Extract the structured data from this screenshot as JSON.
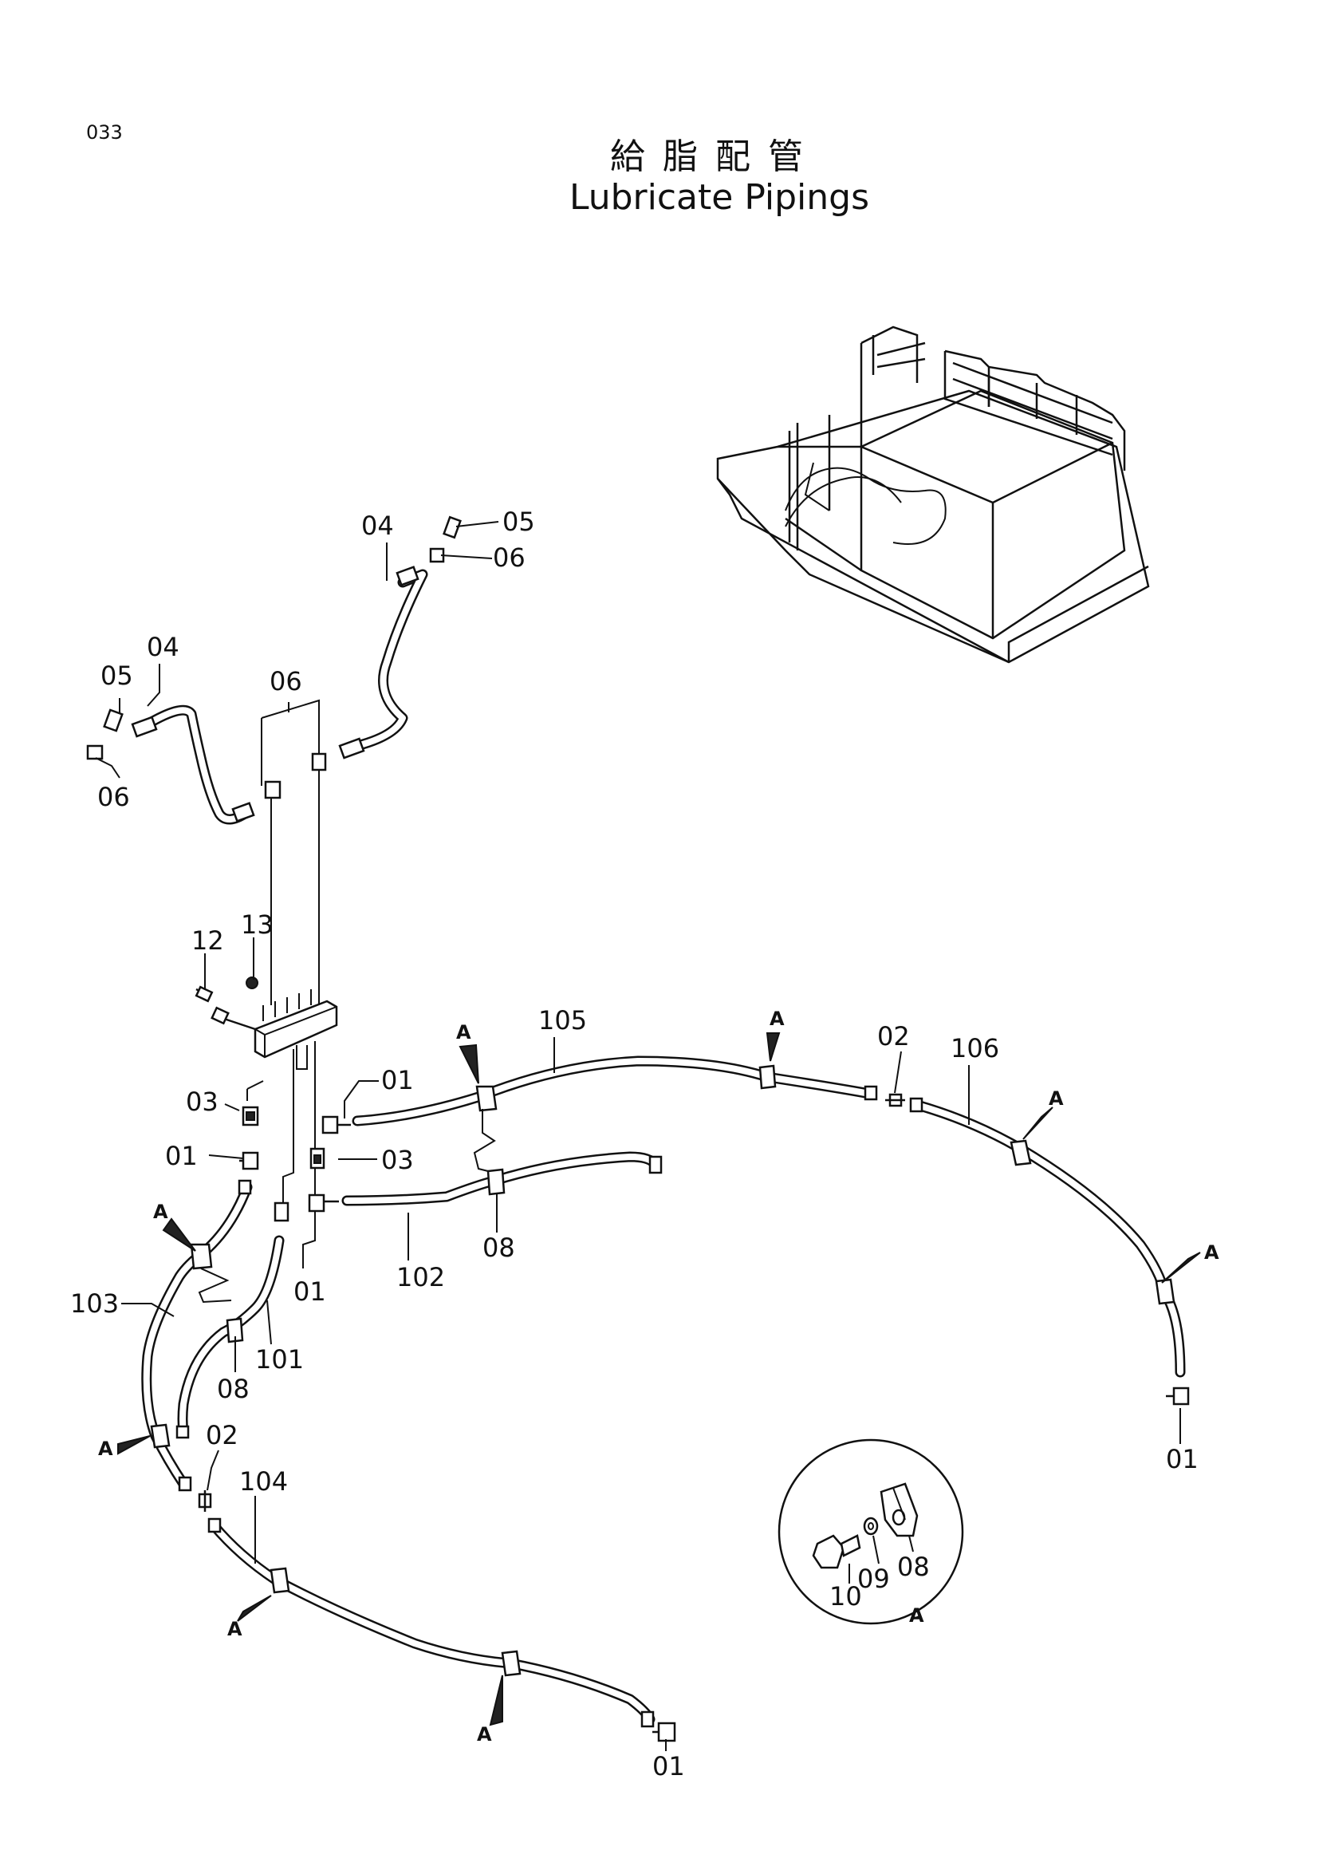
{
  "page_number": "033",
  "title_jp": "給脂配管",
  "title_en": "Lubricate Pipings",
  "labels": {
    "l_04_top": "04",
    "l_05_top": "05",
    "l_06_top": "06",
    "l_04_left": "04",
    "l_05_left": "05",
    "l_06_left": "06",
    "l_06_mid": "06",
    "l_13": "13",
    "l_12": "12",
    "l_03_left": "03",
    "l_01_left": "01",
    "l_01_mid": "01",
    "l_03_mid": "03",
    "l_01_low": "01",
    "l_105": "105",
    "l_02_right": "02",
    "l_106": "106",
    "l_08_mid": "08",
    "l_102": "102",
    "l_103": "103",
    "l_101": "101",
    "l_08_left": "08",
    "l_02_low": "02",
    "l_104": "104",
    "l_01_bottom": "01",
    "l_01_right": "01",
    "l_detail_10": "10",
    "l_detail_09": "09",
    "l_detail_08": "08"
  },
  "section_marker": "A"
}
